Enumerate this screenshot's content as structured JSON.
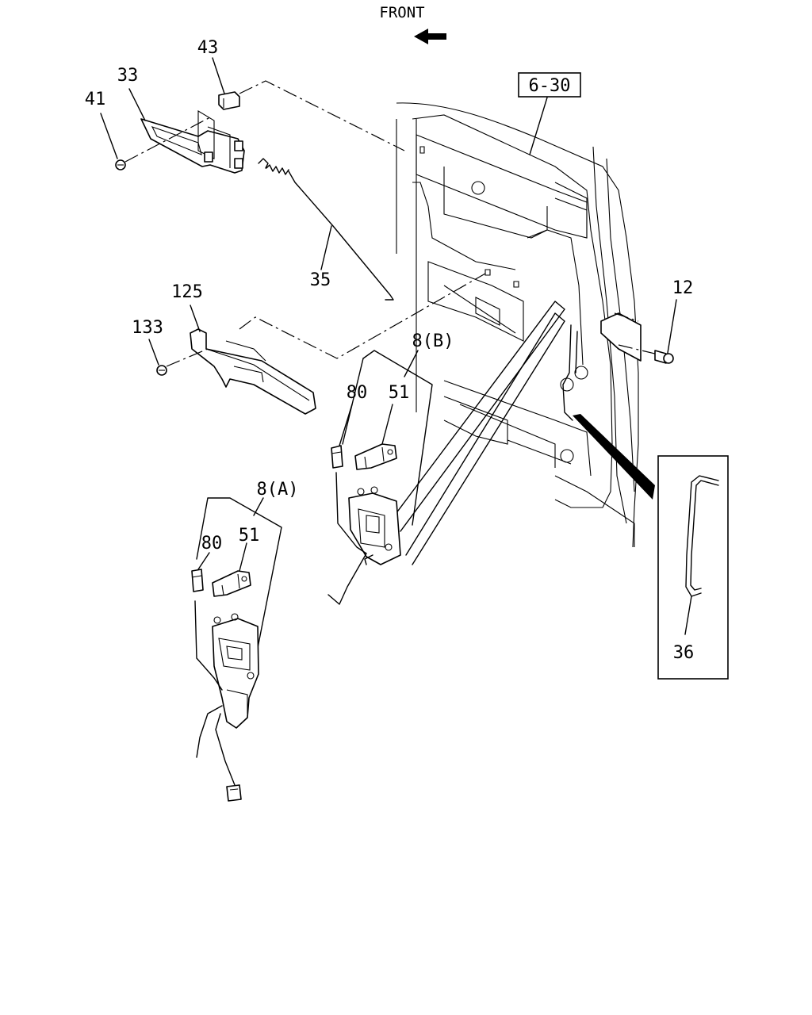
{
  "diagram": {
    "direction_label": "FRONT",
    "reference_box": "6-30",
    "callouts": {
      "p43": "43",
      "p33": "33",
      "p41": "41",
      "p35": "35",
      "p125": "125",
      "p133": "133",
      "p12": "12",
      "p8b": "8(B)",
      "p80b": "80",
      "p51b": "51",
      "p8a": "8(A)",
      "p80a": "80",
      "p51a": "51",
      "p36": "36"
    }
  }
}
